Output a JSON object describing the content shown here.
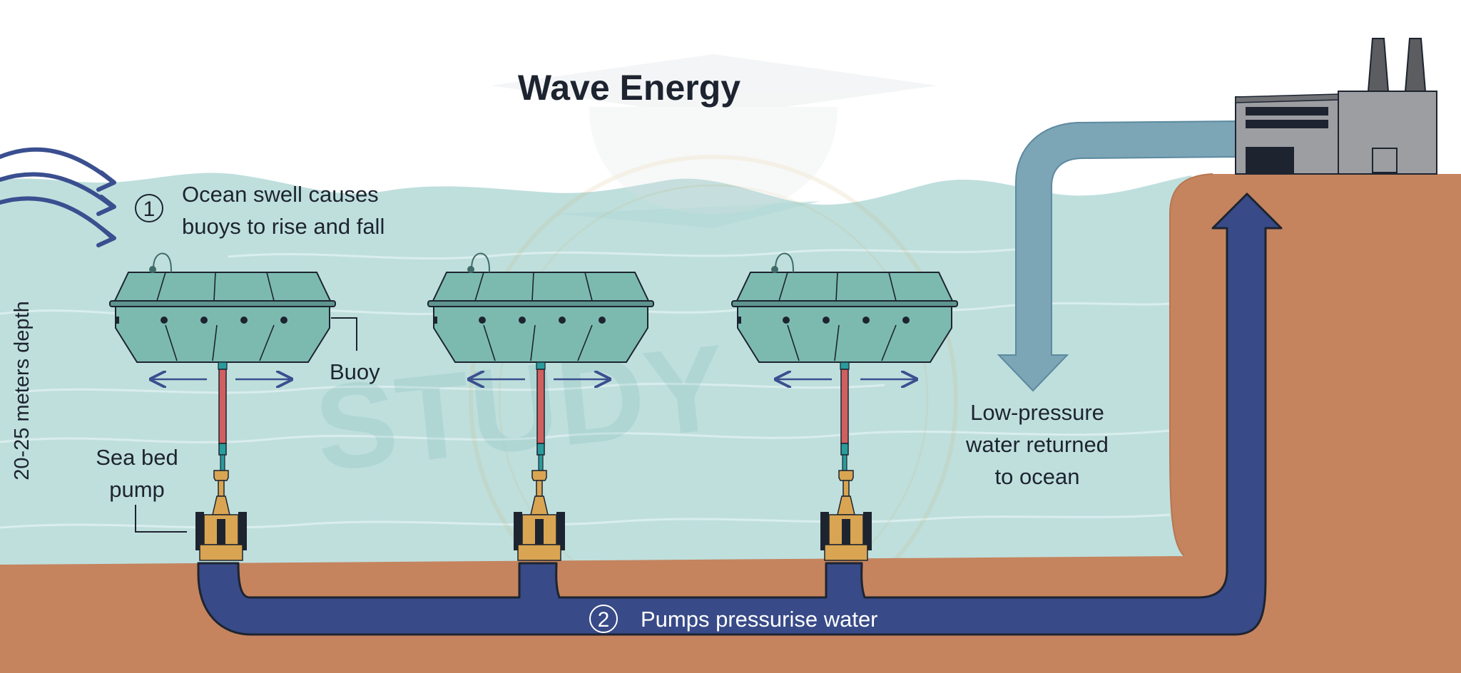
{
  "title": "Wave Energy",
  "watermark": "STUDY",
  "labels": {
    "step1_number": "1",
    "step1_line1": "Ocean swell causes",
    "step1_line2": "buoys to rise and fall",
    "buoy": "Buoy",
    "depth": "20-25 meters depth",
    "pump_line1": "Sea bed",
    "pump_line2": "pump",
    "return_line1": "Low-pressure",
    "return_line2": "water returned",
    "return_line3": "to ocean",
    "step2_number": "2",
    "step2_text": "Pumps pressurise water"
  },
  "colors": {
    "sky": "#ffffff",
    "water": "#bfdfdd",
    "seabed": "#c5845e",
    "pressure_pipe": "#384a87",
    "return_pipe": "#7ca5b6",
    "buoy": "#7cbab0",
    "rod": "#d0605f",
    "pump": "#d9a552",
    "building": "#9c9ea2",
    "outline": "#1d2430"
  }
}
